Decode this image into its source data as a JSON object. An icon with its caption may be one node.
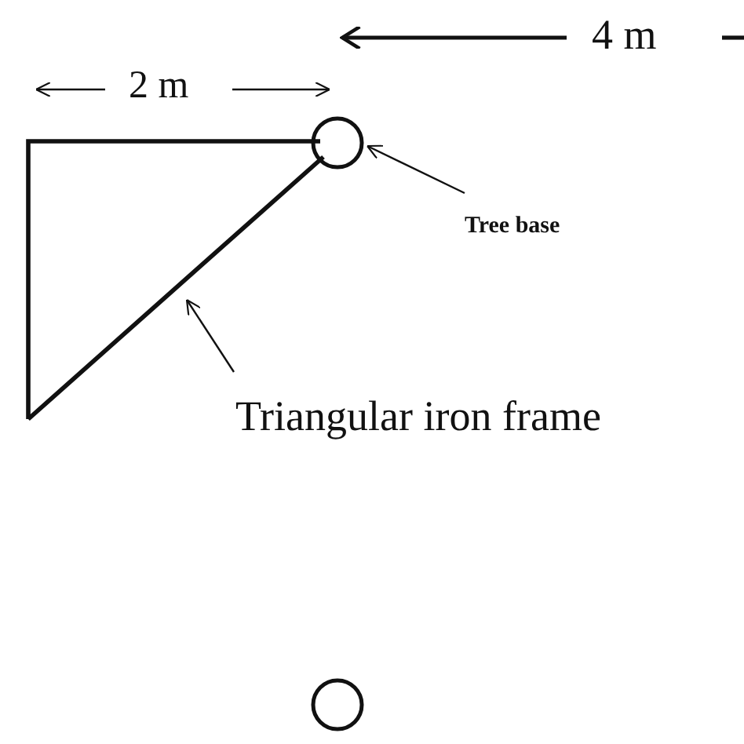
{
  "diagram": {
    "nodes": [
      {
        "text": [],
        "shape": "circle"
      },
      {
        "text": [
          "Tree base"
        ]
      },
      {
        "text": [],
        "shape": "triangle"
      },
      {
        "text": [
          "Triangular iron frame"
        ]
      },
      {
        "text": [],
        "shape": "circle"
      }
    ],
    "edges": [
      {
        "from": 1,
        "to": 0,
        "arrow": "to"
      },
      {
        "from": 3,
        "to": 2,
        "arrow": "to"
      }
    ],
    "labels": [
      "2 m",
      "4 m"
    ]
  }
}
